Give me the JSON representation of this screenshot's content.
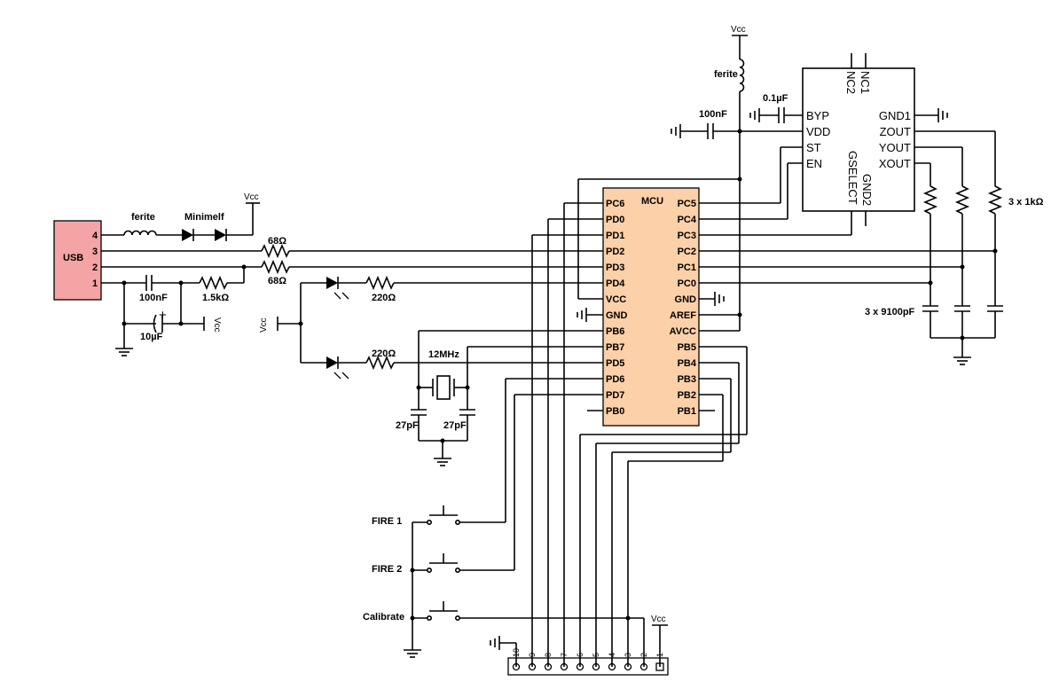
{
  "usb": {
    "label": "USB",
    "pins": [
      "4",
      "3",
      "2",
      "1"
    ],
    "fill": "#f4a4a4"
  },
  "mcu": {
    "label": "MCU",
    "fill": "#fcd0a8",
    "left_pins": [
      "PC6",
      "PD0",
      "PD1",
      "PD2",
      "PD3",
      "PD4",
      "VCC",
      "GND",
      "PB6",
      "PB7",
      "PD5",
      "PD6",
      "PD7",
      "PB0"
    ],
    "right_pins": [
      "PC5",
      "PC4",
      "PC3",
      "PC2",
      "PC1",
      "PC0",
      "GND",
      "AREF",
      "AVCC",
      "PB5",
      "PB4",
      "PB3",
      "PB2",
      "PB1"
    ]
  },
  "accelerometer": {
    "left_pins": [
      "BYP",
      "VDD",
      "ST",
      "EN"
    ],
    "right_pins": [
      "GND1",
      "ZOUT",
      "YOUT",
      "XOUT"
    ],
    "top_pins": [
      "NC2",
      "NC1"
    ],
    "bottom_pins": [
      "GSELECT",
      "GND2"
    ]
  },
  "labels": {
    "ferrite_usb": "ferite",
    "minimelf": "Minimelf",
    "vcc": "Vcc",
    "r68_top": "68Ω",
    "r68_bottom": "68Ω",
    "c100n_usb": "100nF",
    "r1k5": "1.5kΩ",
    "c10u": "10µF",
    "plus": "+",
    "vcc_left": "Vcc",
    "r220_top": "220Ω",
    "r220_bottom": "220Ω",
    "crystal": "12MHz",
    "c27_left": "27pF",
    "c27_right": "27pF",
    "vcc_top": "Vcc",
    "ferrite_top": "ferite",
    "c100n_top": "100nF",
    "c01u": "0.1µF",
    "r3x1k": "3 x 1kΩ",
    "c3x9100": "3 x 9100pF",
    "fire1": "FIRE 1",
    "fire2": "FIRE 2",
    "calibrate": "Calibrate",
    "vcc_conn": "Vcc",
    "conn_pins": [
      "10",
      "9",
      "8",
      "7",
      "6",
      "5",
      "4",
      "3",
      "2",
      "1"
    ]
  }
}
